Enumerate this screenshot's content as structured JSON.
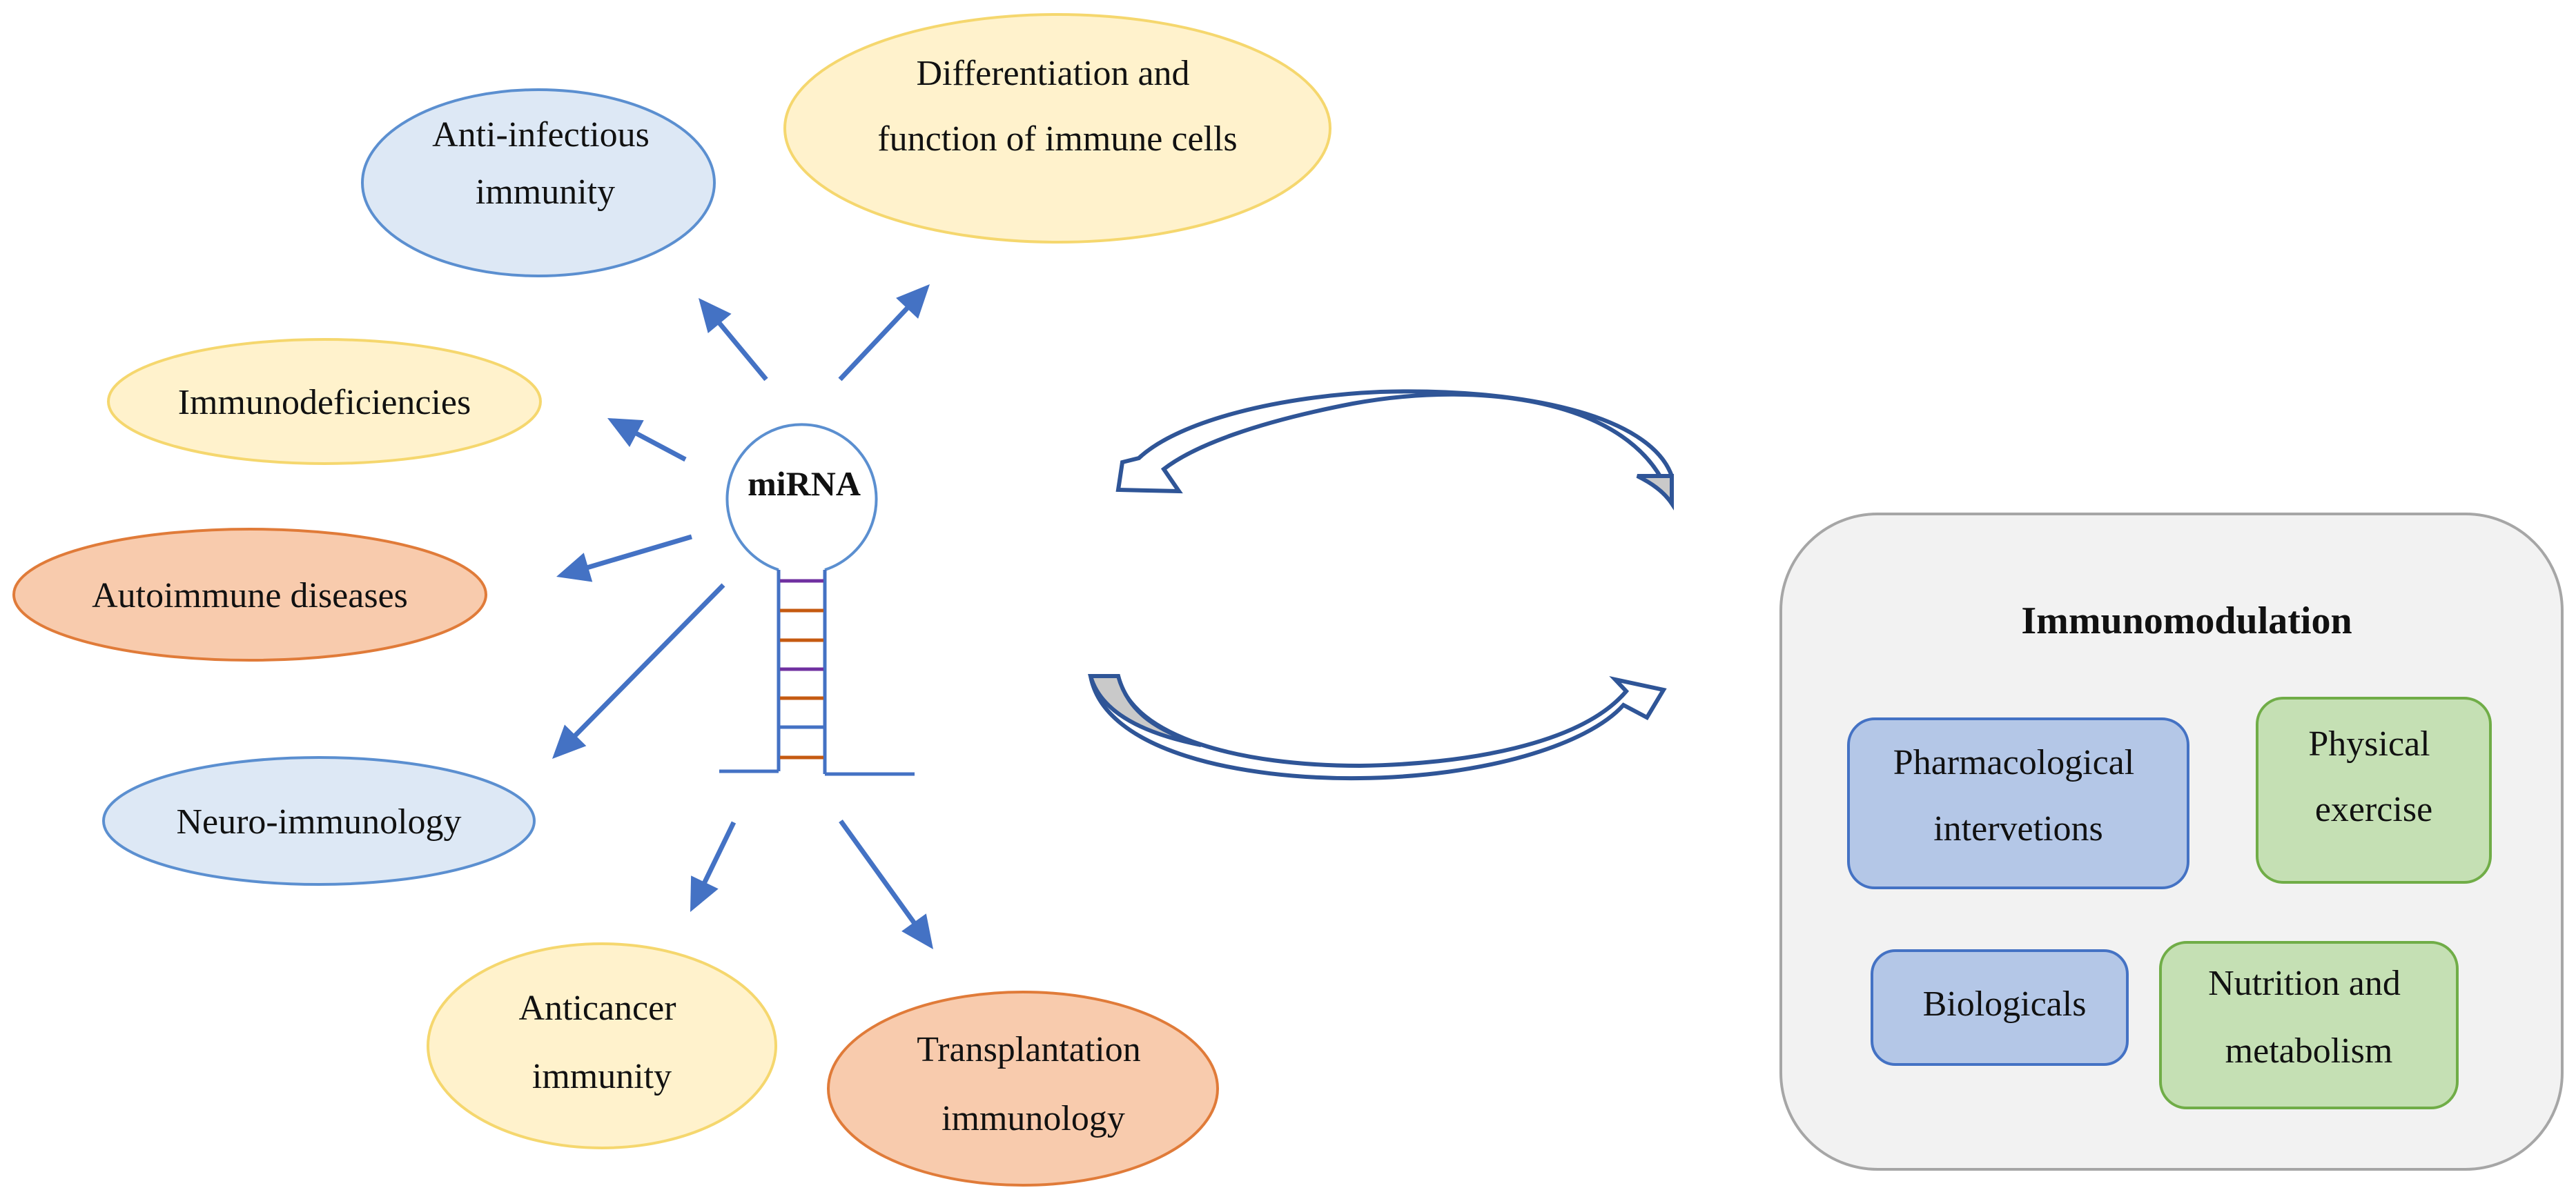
{
  "center": {
    "label": "miRNA"
  },
  "effects": [
    {
      "id": "anti-infectious",
      "lines": [
        "Anti-infectious",
        "immunity"
      ],
      "color": "blue"
    },
    {
      "id": "differentiation",
      "lines": [
        "Differentiation and",
        "function of immune cells"
      ],
      "color": "yellow"
    },
    {
      "id": "immunodeficiencies",
      "lines": [
        "Immunodeficiencies"
      ],
      "color": "yellow"
    },
    {
      "id": "autoimmune",
      "lines": [
        "Autoimmune diseases"
      ],
      "color": "orange"
    },
    {
      "id": "neuro",
      "lines": [
        "Neuro-immunology"
      ],
      "color": "blue"
    },
    {
      "id": "anticancer",
      "lines": [
        "Anticancer",
        "immunity"
      ],
      "color": "yellow"
    },
    {
      "id": "transplantation",
      "lines": [
        "Transplantation",
        "immunology"
      ],
      "color": "orange"
    }
  ],
  "immunomodulation": {
    "title": "Immunomodulation",
    "items": [
      {
        "id": "pharmacological",
        "lines": [
          "Pharmacological",
          "intervetions"
        ],
        "color": "blue"
      },
      {
        "id": "physical",
        "lines": [
          "Physical",
          "exercise"
        ],
        "color": "green"
      },
      {
        "id": "biologicals",
        "lines": [
          "Biologicals"
        ],
        "color": "blue"
      },
      {
        "id": "nutrition",
        "lines": [
          "Nutrition and",
          "metabolism"
        ],
        "color": "green"
      }
    ]
  },
  "colors": {
    "blue_fill": "#dde8f5",
    "blue_stroke": "#5b8fd0",
    "yellow_fill": "#fff2cc",
    "yellow_stroke": "#f5d76e",
    "orange_fill": "#f8cbad",
    "orange_stroke": "#e07b39",
    "box_blue_fill": "#b4c7e7",
    "box_blue_stroke": "#4472c4",
    "box_green_fill": "#c5e0b4",
    "box_green_stroke": "#70ad47",
    "arrow": "#4472c4",
    "panel_fill": "#f2f2f2",
    "panel_stroke": "#a6a6a6",
    "cycle_stroke": "#2f5597",
    "cycle_fill": "#c9c9c9"
  }
}
